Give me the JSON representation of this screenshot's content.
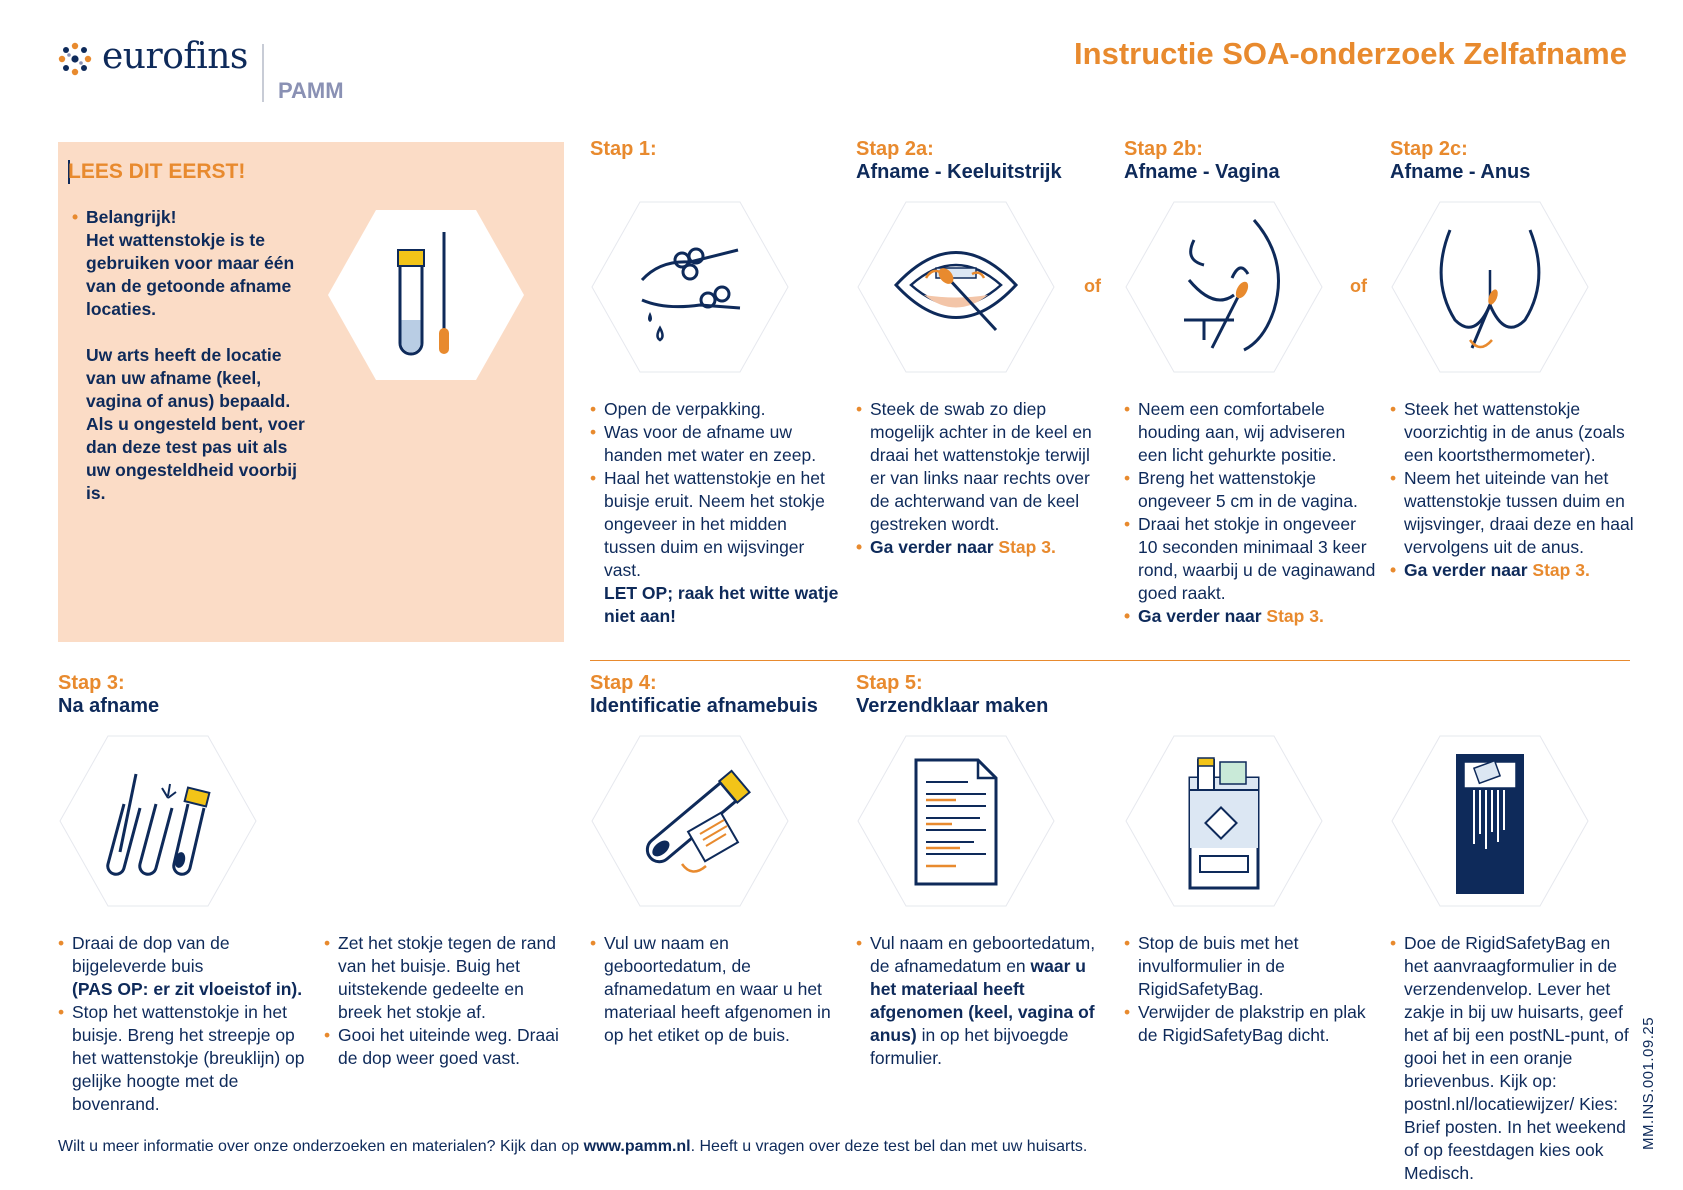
{
  "header": {
    "logo_word": "eurofins",
    "logo_sub": "PAMM",
    "title": "Instructie SOA-onderzoek Zelfafname"
  },
  "read_first": {
    "title": "LEES DIT EERST!",
    "para1_line1": "Belangrijk!",
    "para1_rest": "Het wattenstokje is te gebruiken voor maar één van de getoonde afname locaties.",
    "para2": "Uw arts heeft de locatie van uw afname (keel, vagina of anus) bepaald. Als u ongesteld bent, voer dan deze test pas uit als uw ongesteldheid voorbij is."
  },
  "step1": {
    "num": "Stap 1:",
    "items": [
      "Open de verpakking.",
      "Was voor de afname uw handen met water en zeep.",
      "Haal het wattenstokje en het buisje eruit. Neem het stokje ongeveer in het midden tussen duim en wijsvinger vast."
    ],
    "warning": "LET OP; raak het witte watje niet aan!"
  },
  "step2a": {
    "num": "Stap 2a:",
    "sub": "Afname - Keeluitstrijk",
    "items": [
      "Steek de swab zo diep mogelijk achter in de keel en draai het wattenstokje terwijl er van links naar rechts over de achterwand van de keel gestreken wordt."
    ],
    "go_prefix": "Ga verder naar",
    "go_step": "Stap 3."
  },
  "step2b": {
    "num": "Stap 2b:",
    "sub": "Afname - Vagina",
    "items": [
      "Neem een comfortabele houding aan, wij adviseren een licht gehurkte positie.",
      "Breng het wattenstokje ongeveer 5 cm in de vagina.",
      "Draai het stokje in ongeveer 10 seconden minimaal 3 keer rond, waarbij u de vaginawand goed raakt."
    ],
    "go_prefix": "Ga verder naar",
    "go_step": "Stap 3."
  },
  "step2c": {
    "num": "Stap 2c:",
    "sub": "Afname - Anus",
    "items": [
      "Steek het wattenstokje voorzichtig in de anus (zoals een koortsthermometer).",
      "Neem het uiteinde van het wattenstokje tussen duim en wijsvinger, draai deze en haal vervolgens uit de anus."
    ],
    "go_prefix": "Ga verder naar",
    "go_step": "Stap 3."
  },
  "of_label": "of",
  "step3": {
    "num": "Stap 3:",
    "sub": "Na afname",
    "col1_item1": "Draai de dop van de bijgeleverde buis",
    "col1_item1_bold": "(PAS OP: er zit vloeistof in).",
    "col1_item2": "Stop het wattenstokje in het buisje. Breng het streepje op het wattenstokje (breuklijn) op gelijke hoogte met de bovenrand.",
    "col2_items": [
      "Zet het stokje tegen de rand van het buisje. Buig het uitstekende gedeelte en breek het stokje af.",
      "Gooi het uiteinde weg. Draai de dop weer goed vast."
    ]
  },
  "step4": {
    "num": "Stap 4:",
    "sub": "Identificatie afnamebuis",
    "items": [
      "Vul uw naam en geboortedatum, de afnamedatum en waar u het materiaal heeft afgenomen in op het etiket op de buis."
    ]
  },
  "step5": {
    "num": "Stap 5:",
    "sub": "Verzendklaar maken",
    "col1_pre": "Vul naam en geboortedatum, de afnamedatum en",
    "col1_bold": "waar u het materiaal heeft afgenomen (keel, vagina of anus)",
    "col1_post": "in op het bijvoegde formulier.",
    "col2_items": [
      "Stop de buis met het invulformulier in de RigidSafetyBag.",
      "Verwijder de plakstrip en plak de RigidSafetyBag dicht."
    ],
    "col3_items": [
      "Doe de RigidSafetyBag en het aanvraagformulier in de verzendenvelop. Lever het zakje in bij uw huisarts, geef het af bij een postNL-punt, of gooi het in een oranje brievenbus. Kijk op: postnl.nl/locatiewijzer/ Kies: Brief posten. In het weekend of op feestdagen kies ook Medisch."
    ]
  },
  "footer": {
    "pre": "Wilt u meer informatie over onze onderzoeken en materialen? Kijk dan op",
    "link": "www.pamm.nl",
    "post": ". Heeft u vragen over deze test bel dan met uw huisarts."
  },
  "doc_code": "MM.INS.001.09.25",
  "colors": {
    "navy": "#0e2a5a",
    "orange": "#e88a2e",
    "peach": "#fbdcc6",
    "lavender": "#8a91b4"
  },
  "icons": [
    "swab-tube-icon",
    "hand-washing-icon",
    "mouth-swab-icon",
    "vagina-swab-icon",
    "anus-swab-icon",
    "tubes-icon",
    "label-tube-icon",
    "form-document-icon",
    "safety-bag-icon",
    "envelope-icon"
  ]
}
